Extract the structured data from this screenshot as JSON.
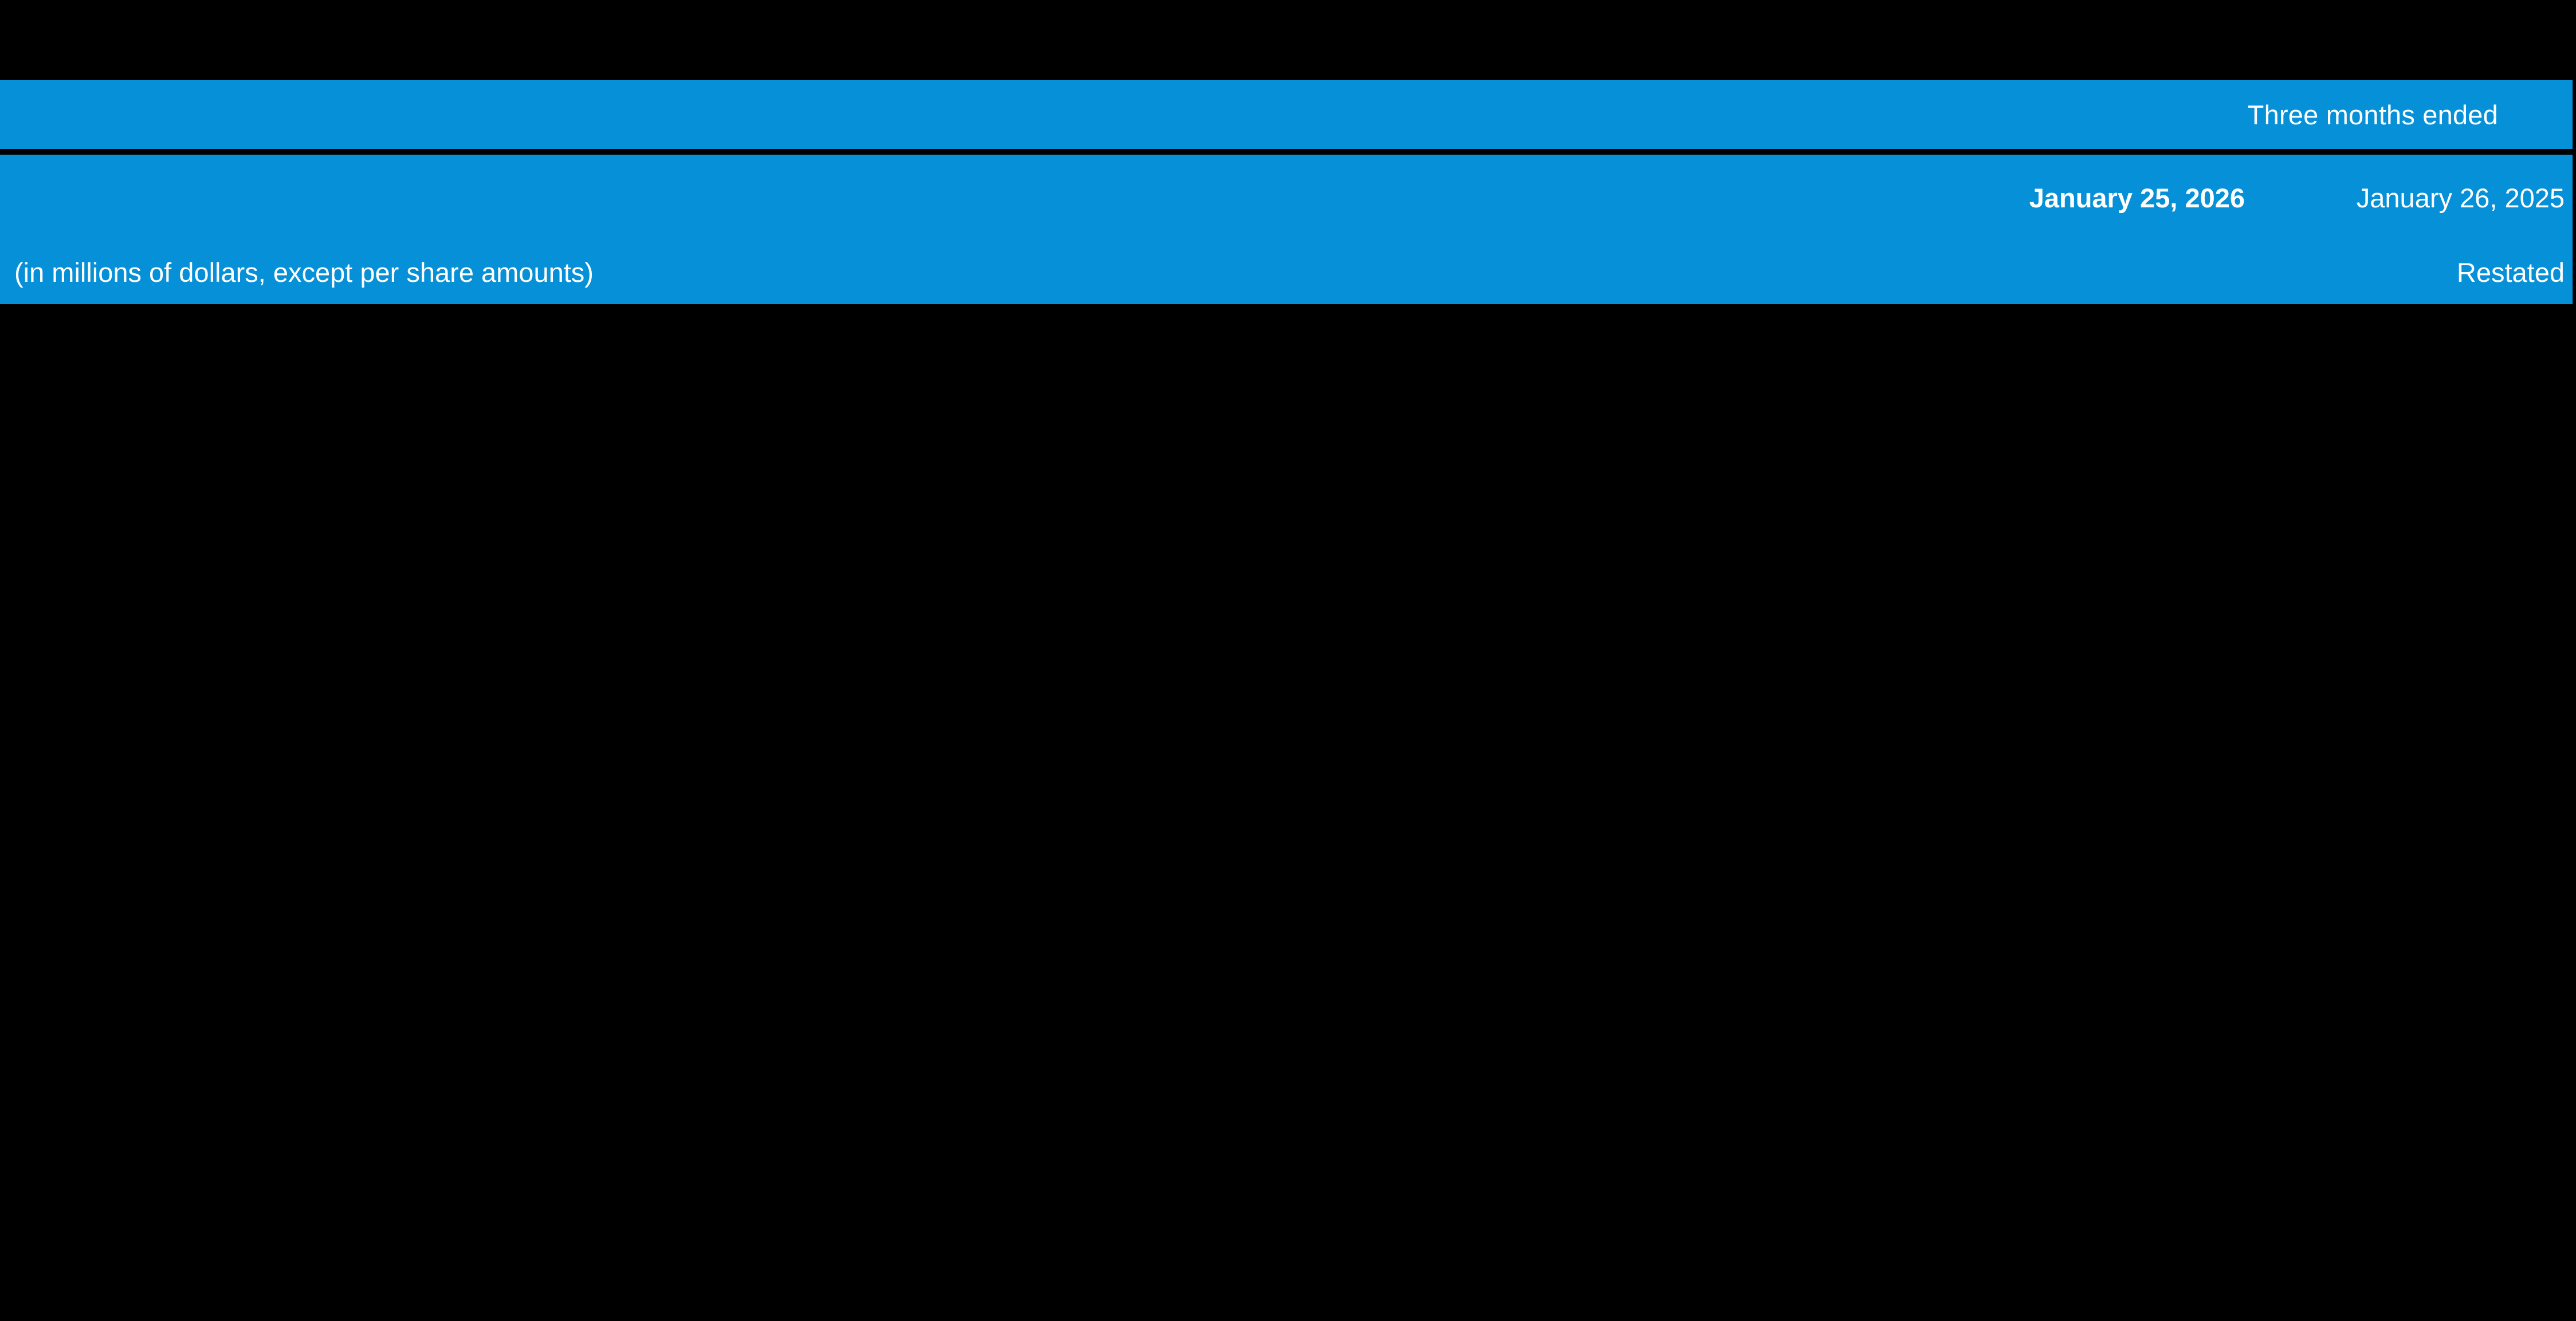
{
  "theme": {
    "background_color": "#000000",
    "band_color": "#0590d8",
    "text_color": "#ffffff"
  },
  "header": {
    "period_label": "Three months ended",
    "columns": [
      {
        "date": "January 25, 2026",
        "emphasis": "bold",
        "note": ""
      },
      {
        "date": "January 26, 2025",
        "emphasis": "regular",
        "note": "Restated"
      }
    ],
    "units_note": "(in millions of dollars, except per share amounts)",
    "restated_note": "Restated"
  }
}
